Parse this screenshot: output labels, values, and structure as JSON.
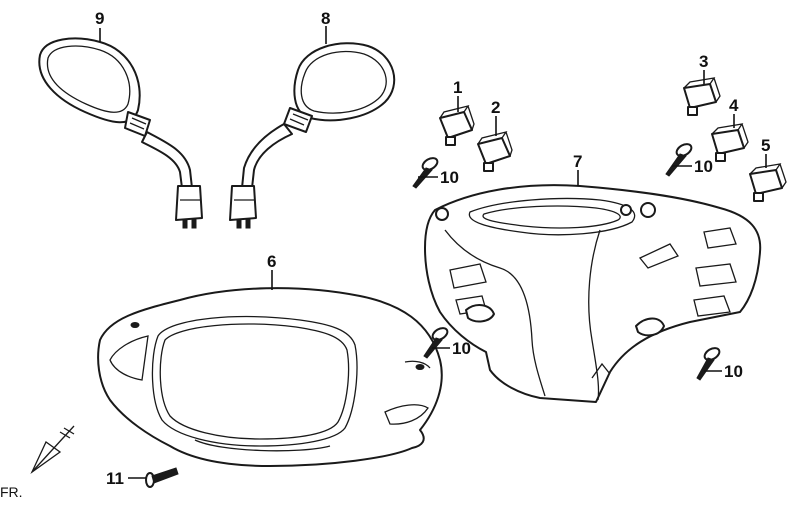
{
  "callouts": {
    "c1": "1",
    "c2": "2",
    "c3": "3",
    "c4": "4",
    "c5": "5",
    "c6": "6",
    "c7": "7",
    "c8": "8",
    "c9": "9",
    "c10a": "10",
    "c10b": "10",
    "c10c": "10",
    "c10d": "10",
    "c11": "11"
  },
  "direction_label": "FR.",
  "colors": {
    "line": "#1a1a1a",
    "background": "#ffffff"
  }
}
